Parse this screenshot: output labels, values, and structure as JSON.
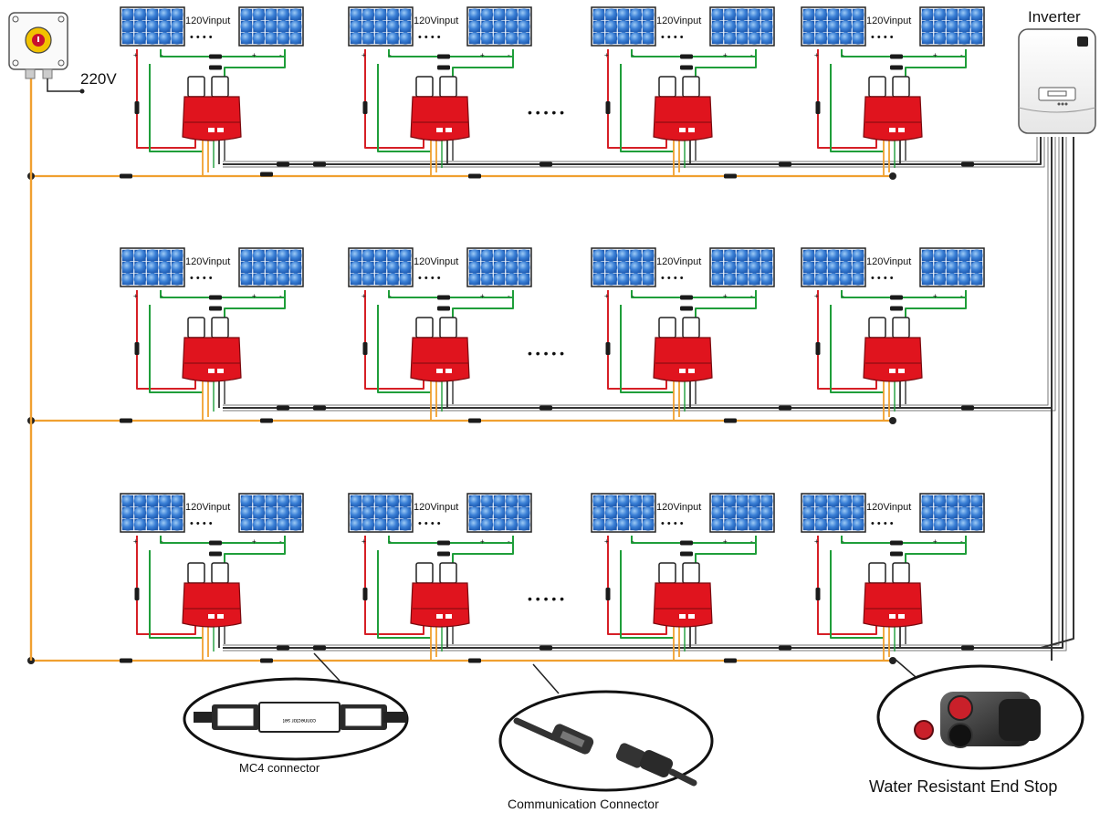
{
  "voltage_label": "220V",
  "inverter_label": "Inverter",
  "panel_input_label": "120Vinput",
  "panel_dots": "• • • •",
  "row_dots": "• • • • •",
  "panel_plus": "+",
  "panel_minus": "-",
  "connectors": {
    "mc4": "MC4 connector",
    "communication": "Communication Connector",
    "end_stop": "Water Resistant End Stop"
  },
  "rows": 3,
  "columns": 4,
  "colors": {
    "panel_cell": "#2a6fc9",
    "panel_cell_highlight": "#8fc1f2",
    "microinverter": "#e0141e",
    "positive_wire": "#d61f26",
    "negative_wire": "#1f9e3a",
    "ac_wire": "#f0a030",
    "trunk_wire": "#333333"
  }
}
